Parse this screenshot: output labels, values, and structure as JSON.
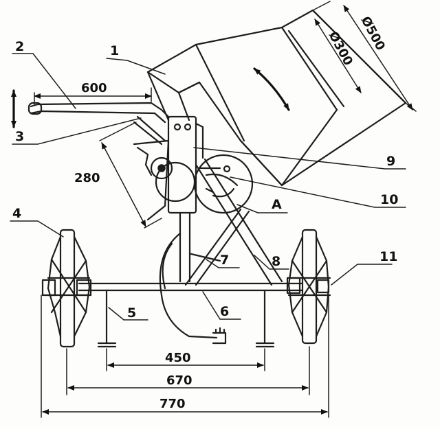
{
  "labels": {
    "l1": "1",
    "l2": "2",
    "l3": "3",
    "l4": "4",
    "l5": "5",
    "l6": "6",
    "l7": "7",
    "l8": "8",
    "l9": "9",
    "l10": "10",
    "l11": "11",
    "lA": "A"
  },
  "dimensions": {
    "d600": "600",
    "d280": "280",
    "d450": "450",
    "d670": "670",
    "d770": "770",
    "dphi300": "Ø300",
    "dphi500": "Ø500"
  }
}
